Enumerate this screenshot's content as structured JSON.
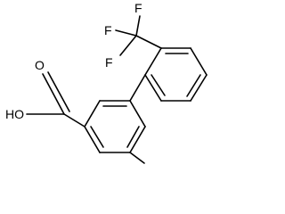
{
  "molecule": {
    "atom_labels": {
      "f_top": "F",
      "f_left": "F",
      "f_bottom": "F",
      "oxygen": "O",
      "hydroxyl": "HO"
    },
    "colors": {
      "bond": "#000000",
      "label": "#000000",
      "background": "#ffffff"
    }
  }
}
